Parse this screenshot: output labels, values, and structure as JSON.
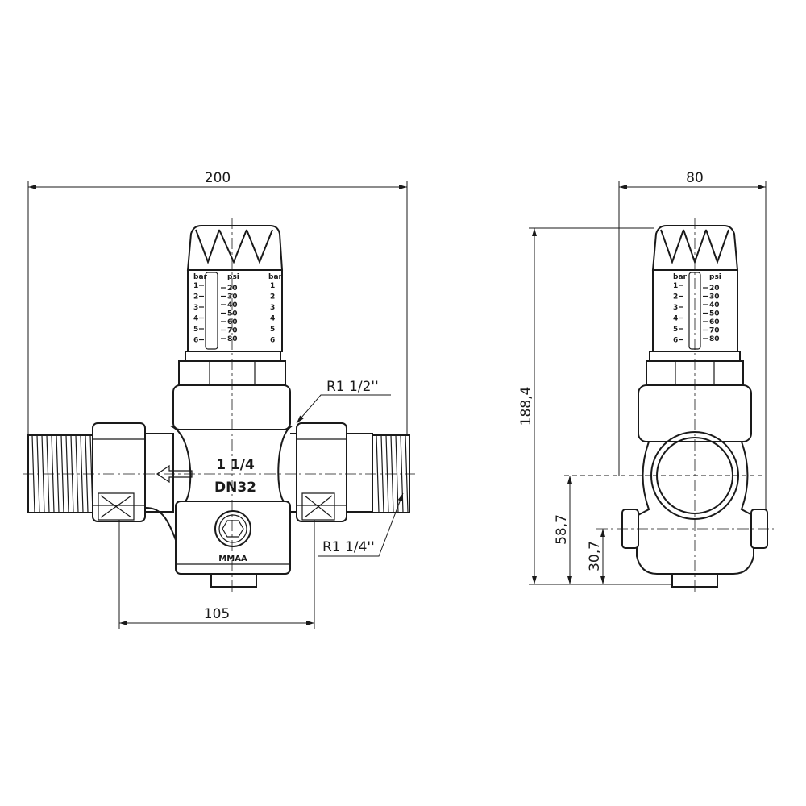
{
  "dimensions": {
    "overall_width": "200",
    "port_spacing": "105",
    "side_width": "80",
    "overall_height": "188,4",
    "axis_height": "58,7",
    "port_height": "30,7"
  },
  "callouts": {
    "gauge_port": "R1 1/2''",
    "drain_port": "R1 1/4''"
  },
  "body_markings": {
    "size": "1 1/4",
    "dn": "DN32",
    "brand": "MMAA"
  },
  "gauge": {
    "unit_bar": "bar",
    "unit_psi": "psi",
    "bar_values": [
      "1",
      "2",
      "3",
      "4",
      "5",
      "6"
    ],
    "psi_values": [
      "20",
      "30",
      "40",
      "50",
      "60",
      "70",
      "80"
    ]
  }
}
